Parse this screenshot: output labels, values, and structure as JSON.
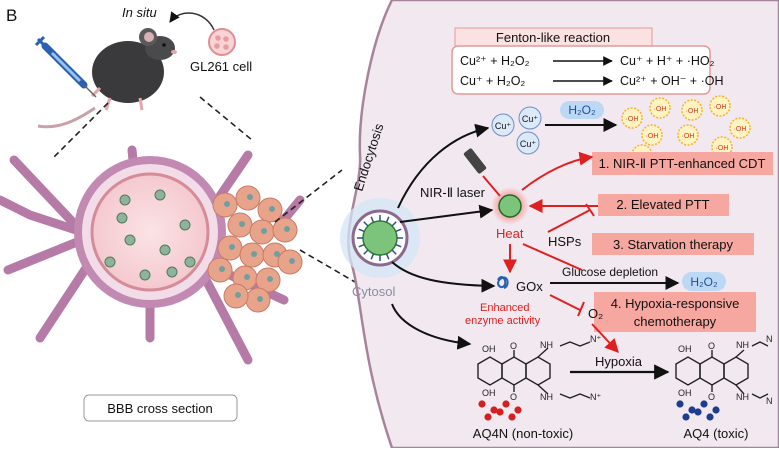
{
  "panel_letter": "B",
  "mouse": {
    "in_situ": "In situ",
    "cell_label": "GL261 cell"
  },
  "bbb_label": "BBB cross section",
  "endocytosis": "Endocytosis",
  "cytosol": "Cytosol",
  "fenton": {
    "title": "Fenton-like reaction",
    "eq1_left": "Cu²⁺ + H₂O₂",
    "eq1_right": "Cu⁺ + H⁺ + ·HO₂",
    "eq2_left": "Cu⁺ + H₂O₂",
    "eq2_right": "Cu²⁺ + OH⁻ + ·OH"
  },
  "cu_ions": [
    "Cu⁺",
    "Cu⁺",
    "Cu⁺"
  ],
  "h2o2_top": "H₂O₂",
  "oh_radical": "·OH",
  "nir_laser": "NIR-Ⅱ laser",
  "heat": "Heat",
  "hsps": "HSPs",
  "gox": "GOx",
  "enhanced": [
    "Enhanced",
    "enzyme activity"
  ],
  "glucose_depletion": "Glucose depletion",
  "h2o2_bottom": "H₂O₂",
  "o2": "O₂",
  "hypoxia": "Hypoxia",
  "therapies": [
    "1. NIR-Ⅱ PTT-enhanced CDT",
    "2. Elevated PTT",
    "3. Starvation therapy",
    "4. Hypoxia-responsive",
    "chemotherapy"
  ],
  "aq4n": {
    "label": "AQ4N (non-toxic)",
    "oh": "OH",
    "o": "O",
    "nh": "NH",
    "n_oxide": "N⁺"
  },
  "aq4": {
    "label": "AQ4 (toxic)",
    "oh": "OH",
    "o": "O",
    "nh": "NH",
    "n": "N"
  },
  "colors": {
    "cell_fill": "#f1e9ef",
    "cell_border": "#a8849c",
    "therapy_box": "#f6a7a0",
    "fenton_box": "#fbe2e2",
    "arrow_red": "#e02020",
    "h2o2_pill": "#bcd8f5",
    "bbb_purple": "#b67aa6",
    "tumor_orange": "#e8a48a",
    "aq4n_dots": "#d42020",
    "aq4_dots": "#1f3d8f"
  }
}
